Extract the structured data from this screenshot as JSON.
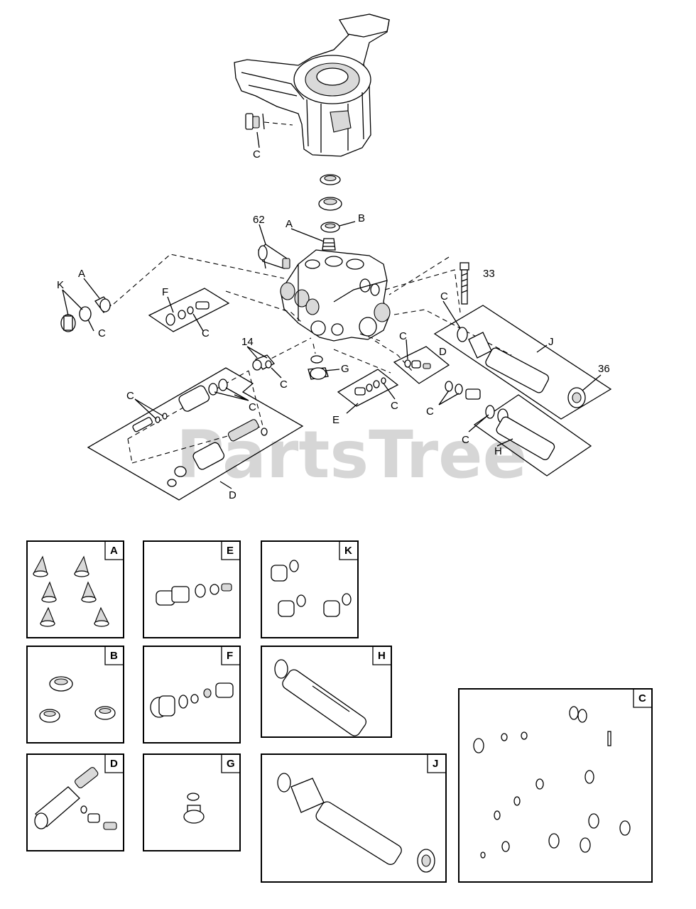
{
  "watermark": "PartsTree",
  "callouts": {
    "c_top": "C",
    "b": "B",
    "a_top": "A",
    "n62": "62",
    "n33": "33",
    "a_left": "A",
    "k": "K",
    "c_left": "C",
    "f": "F",
    "c_f": "C",
    "n14": "14",
    "c_14": "C",
    "g": "G",
    "c_d_mid": "C",
    "d_mid": "D",
    "c_e": "C",
    "e": "E",
    "c_j": "C",
    "j": "J",
    "n36": "36",
    "c_h_top": "C",
    "c_h": "C",
    "h": "H",
    "c_d1": "C",
    "c_d2": "C",
    "d_bottom": "D"
  },
  "kit_boxes": {
    "a": "A",
    "e": "E",
    "k": "K",
    "b": "B",
    "f": "F",
    "h": "H",
    "d": "D",
    "g": "G",
    "j": "J",
    "c": "C"
  }
}
